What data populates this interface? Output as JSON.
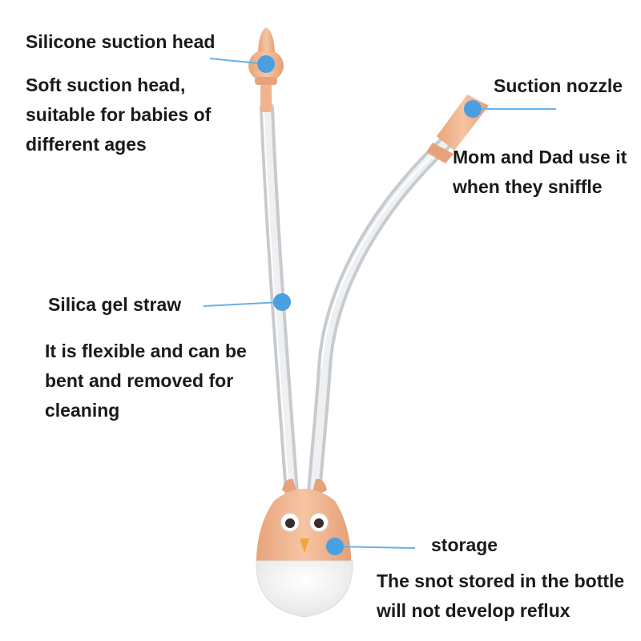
{
  "labels": {
    "suction_head_title": "Silicone suction head",
    "suction_head_desc": "Soft suction head,\nsuitable for babies of\ndifferent ages",
    "nozzle_title": "Suction nozzle",
    "nozzle_desc": "Mom and Dad use it\nwhen they sniffle",
    "straw_title": "Silica gel straw",
    "straw_desc": "It is flexible and can be\nbent and removed for\ncleaning",
    "storage_title": "storage",
    "storage_desc": "The snot stored in the bottle\nwill not develop reflux"
  },
  "colors": {
    "accent_dot": "#4a9fe0",
    "leader_line": "#6ab0e8",
    "body_peach": "#f0b590",
    "bottle_white": "#f6f6f6",
    "tube": "#cfd3d6"
  }
}
